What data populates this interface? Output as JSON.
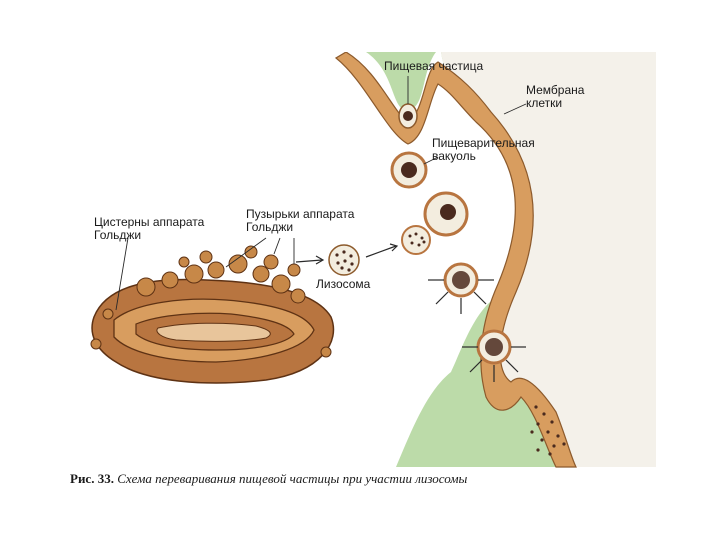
{
  "labels": {
    "food_particle": "Пищевая частица",
    "cell_membrane_line1": "Мембрана",
    "cell_membrane_line2": "клетки",
    "digestive_vacuole_line1": "Пищеварительная",
    "digestive_vacuole_line2": "вакуоль",
    "golgi_cisternae_line1": "Цистерны аппарата",
    "golgi_cisternae_line2": "Гольджи",
    "golgi_vesicles_line1": "Пузырьки аппарата",
    "golgi_vesicles_line2": "Гольджи",
    "lysosome": "Лизосома"
  },
  "caption": {
    "number": "Рис. 33.",
    "text": "Схема переваривания пищевой частицы при участии лизосомы"
  },
  "colors": {
    "cytoplasm": "#bcdba9",
    "membrane": "#d89d5f",
    "membrane_edge": "#8c5a2c",
    "golgi": "#b87540",
    "golgi_dark": "#5e3214",
    "vesicle_fill": "#f3eddf",
    "particle": "#4a2a1e"
  }
}
